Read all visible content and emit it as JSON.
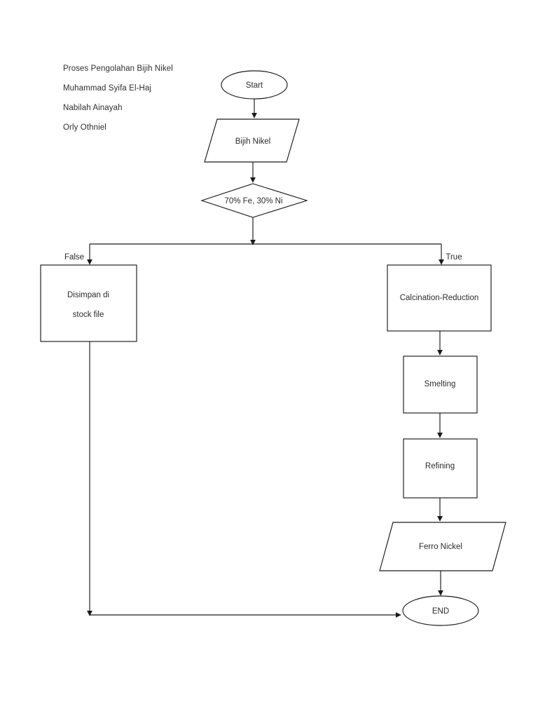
{
  "document": {
    "title": "Proses Pengolahan Bijih Nikel",
    "header_lines": [
      "Proses Pengolahan Bijih Nikel",
      "Muhammad Syifa El-Haj",
      "Nabilah Ainayah",
      "Orly Othniel"
    ]
  },
  "diagram": {
    "type": "flowchart",
    "colors": {
      "stroke": "#1a1a1a",
      "fill": "#ffffff",
      "text": "#2b2b2b",
      "background": "#ffffff"
    },
    "nodes": {
      "start": {
        "label": "Start",
        "shape": "ellipse"
      },
      "input_ore": {
        "label": "Bijih Nikel",
        "shape": "parallelogram"
      },
      "decision": {
        "label": "70% Fe, 30% Ni",
        "shape": "diamond"
      },
      "stock_file": {
        "label_line1": "Disimpan di",
        "label_line2": "stock file",
        "shape": "rectangle"
      },
      "calcination": {
        "label": "Calcination-Reduction",
        "shape": "rectangle"
      },
      "smelting": {
        "label": "Smelting",
        "shape": "rectangle"
      },
      "refining": {
        "label": "Refining",
        "shape": "rectangle"
      },
      "output_product": {
        "label": "Ferro Nickel",
        "shape": "parallelogram"
      },
      "end": {
        "label": "END",
        "shape": "ellipse"
      }
    },
    "branch_labels": {
      "false": "False",
      "true": "True"
    }
  }
}
